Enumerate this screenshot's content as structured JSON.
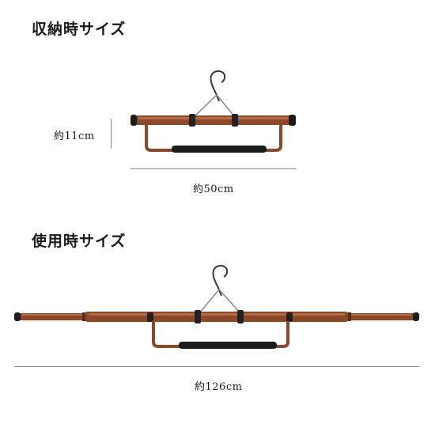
{
  "storage": {
    "heading": "収納時サイズ",
    "height_label": "約11cm",
    "width_label": "約50cm"
  },
  "in_use": {
    "heading": "使用時サイズ",
    "width_label": "約126cm"
  },
  "colors": {
    "rod": "#8a4a2a",
    "rod_highlight": "#b36c46",
    "grip": "#1c1c1c",
    "hook": "#3a3a3a"
  }
}
